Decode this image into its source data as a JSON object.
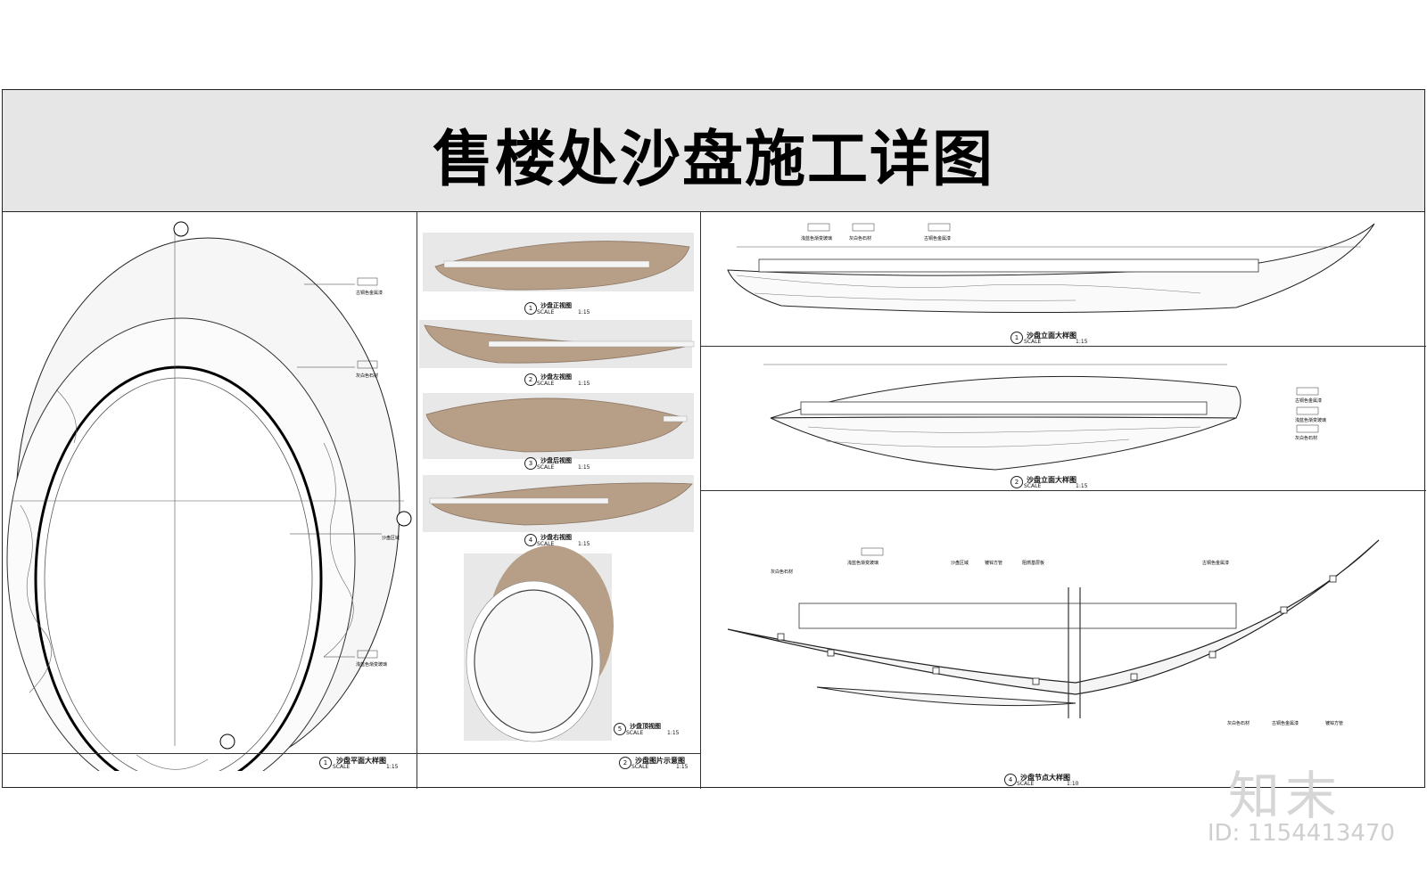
{
  "title": "售楼处沙盘施工详图",
  "panels": {
    "plan": {
      "num": "1",
      "name": "沙盘平面大样图",
      "scale_label": "SCALE",
      "scale": "1:15",
      "labels": {
        "tag1": "古铜色金属漆",
        "tag2": "灰白色石材",
        "tag3": "沙盘区域",
        "tag4": "浅蓝色渐变玻璃"
      }
    },
    "photos": {
      "num": "2",
      "name": "沙盘图片示意图",
      "scale_label": "SCALE",
      "scale": "1:15",
      "views": [
        {
          "num": "1",
          "name": "沙盘正视图",
          "scale_label": "SCALE",
          "scale": "1:15"
        },
        {
          "num": "2",
          "name": "沙盘左视图",
          "scale_label": "SCALE",
          "scale": "1:15"
        },
        {
          "num": "3",
          "name": "沙盘后视图",
          "scale_label": "SCALE",
          "scale": "1:15"
        },
        {
          "num": "4",
          "name": "沙盘右视图",
          "scale_label": "SCALE",
          "scale": "1:15"
        },
        {
          "num": "5",
          "name": "沙盘顶视图",
          "scale_label": "SCALE",
          "scale": "1:15"
        }
      ]
    },
    "elev1": {
      "num": "1",
      "name": "沙盘立面大样图",
      "scale_label": "SCALE",
      "scale": "1:15",
      "labels": {
        "a": "浅蓝色渐变玻璃",
        "b": "灰白色石材",
        "c": "古铜色金属漆"
      }
    },
    "elev2": {
      "num": "2",
      "name": "沙盘立面大样图",
      "scale_label": "SCALE",
      "scale": "1:15",
      "labels": {
        "a": "古铜色金属漆",
        "b": "浅蓝色渐变玻璃",
        "c": "灰白色石材"
      }
    },
    "node": {
      "num": "4",
      "name": "沙盘节点大样图",
      "scale_label": "SCALE",
      "scale": "1:10",
      "labels": {
        "a": "灰白色石材",
        "b": "浅蓝色渐变玻璃",
        "c": "沙盘区域",
        "d": "镀锌方管",
        "e": "阻燃基层板",
        "f": "古铜色金属漆",
        "g": "灰白色石材",
        "h": "古铜色金属漆",
        "i": "镀锌方管"
      }
    }
  },
  "watermark": {
    "brand": "知末",
    "id": "ID: 1154413470"
  },
  "colors": {
    "bronze": "#b79e86",
    "title_band": "#e6e6e6"
  }
}
